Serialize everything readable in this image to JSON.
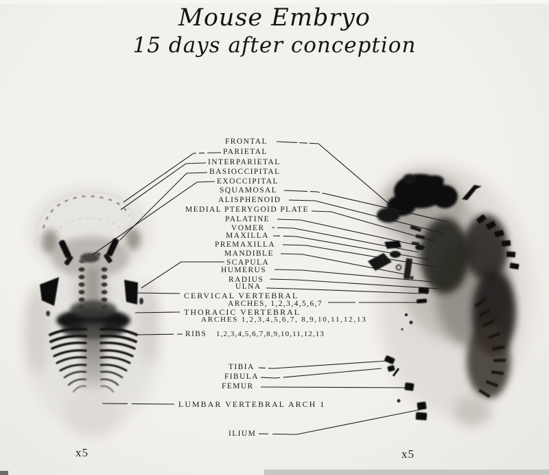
{
  "title": {
    "line1": "Mouse Embryo",
    "line2": "15 days after conception"
  },
  "labels": [
    {
      "id": "frontal",
      "text": "FRONTAL"
    },
    {
      "id": "parietal",
      "text": "PARIETAL"
    },
    {
      "id": "interparietal",
      "text": "INTERPARIETAL"
    },
    {
      "id": "basioccipital",
      "text": "BASIOCCIPITAL"
    },
    {
      "id": "exoccipital",
      "text": "EXOCCIPITAL"
    },
    {
      "id": "squamosal",
      "text": "SQUAMOSAL"
    },
    {
      "id": "alisphenoid",
      "text": "ALISPHENOID"
    },
    {
      "id": "medial-pterygoid",
      "text": "MEDIAL PTERYGOID PLATE"
    },
    {
      "id": "palatine",
      "text": "PALATINE"
    },
    {
      "id": "vomer",
      "text": "VOMER"
    },
    {
      "id": "maxilla",
      "text": "MAXILLA"
    },
    {
      "id": "premaxilla",
      "text": "PREMAXILLA"
    },
    {
      "id": "mandible",
      "text": "MANDIBLE"
    },
    {
      "id": "scapula",
      "text": "SCAPULA"
    },
    {
      "id": "humerus",
      "text": "HUMERUS"
    },
    {
      "id": "radius",
      "text": "RADIUS"
    },
    {
      "id": "ulna",
      "text": "ULNA"
    },
    {
      "id": "cervical-vertebral",
      "text": "CERVICAL VERTEBRAL"
    },
    {
      "id": "cervical-arches-nums",
      "text": "ARCHES, 1,2,3,4,5,6,7"
    },
    {
      "id": "thoracic-vertebral",
      "text": "THORACIC VERTEBRAL"
    },
    {
      "id": "thoracic-arches-nums",
      "text": "ARCHES 1,2,3,4,5,6,7, 8,9,10,11,12,13"
    },
    {
      "id": "ribs",
      "text": "RIBS"
    },
    {
      "id": "ribs-nums",
      "text": "1,2,3,4,5,6,7,8,9,10,11,12,13"
    },
    {
      "id": "tibia",
      "text": "TIBIA"
    },
    {
      "id": "fibula",
      "text": "FIBULA"
    },
    {
      "id": "femur",
      "text": "FEMUR"
    },
    {
      "id": "lumbar-vertebral-arch",
      "text": "LUMBAR VERTEBRAL ARCH 1"
    },
    {
      "id": "ilium",
      "text": "ILIUM"
    }
  ],
  "magnification": {
    "left": "x5",
    "right": "x5"
  },
  "colors": {
    "ink": "#1b1b1b",
    "paper": "#f1efeb"
  }
}
